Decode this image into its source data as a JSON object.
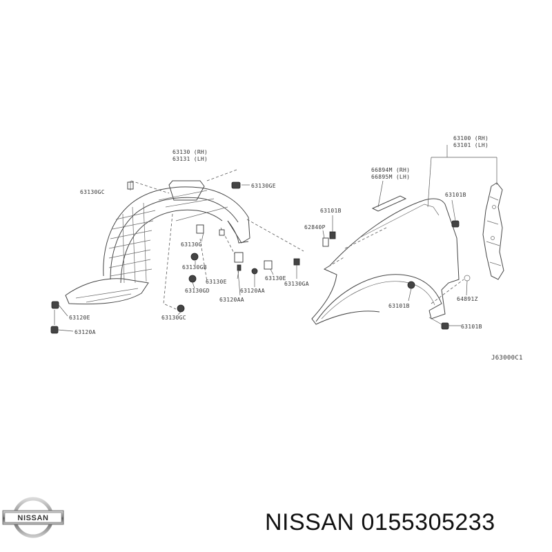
{
  "footer": {
    "brand": "NISSAN",
    "part_number": "NISSAN 0155305233"
  },
  "diagram": {
    "code": "J63000C1",
    "labels": {
      "l63130": "63130 (RH)",
      "l63131": "63131 (LH)",
      "l63130GC_top": "63130GC",
      "l63130GE": "63130GE",
      "l63130G": "63130G",
      "l63130GB": "63130GB",
      "l63130E_a": "63130E",
      "l63130E_b": "63130E",
      "l63130GD": "63130GD",
      "l63120AA_a": "63120AA",
      "l63120AA_b": "63120AA",
      "l63130GA": "63130GA",
      "l63130GC_bot": "63130GC",
      "l63120E": "63120E",
      "l63120A": "63120A",
      "l66894M": "66894M (RH)",
      "l66895M": "66895M (LH)",
      "l63100": "63100 (RH)",
      "l63101": "63101 (LH)",
      "l63101B_a": "63101B",
      "l63101B_b": "63101B",
      "l63101B_c": "63101B",
      "l63101B_d": "63101B",
      "l62840P": "62840P",
      "l64891Z": "64891Z"
    }
  }
}
